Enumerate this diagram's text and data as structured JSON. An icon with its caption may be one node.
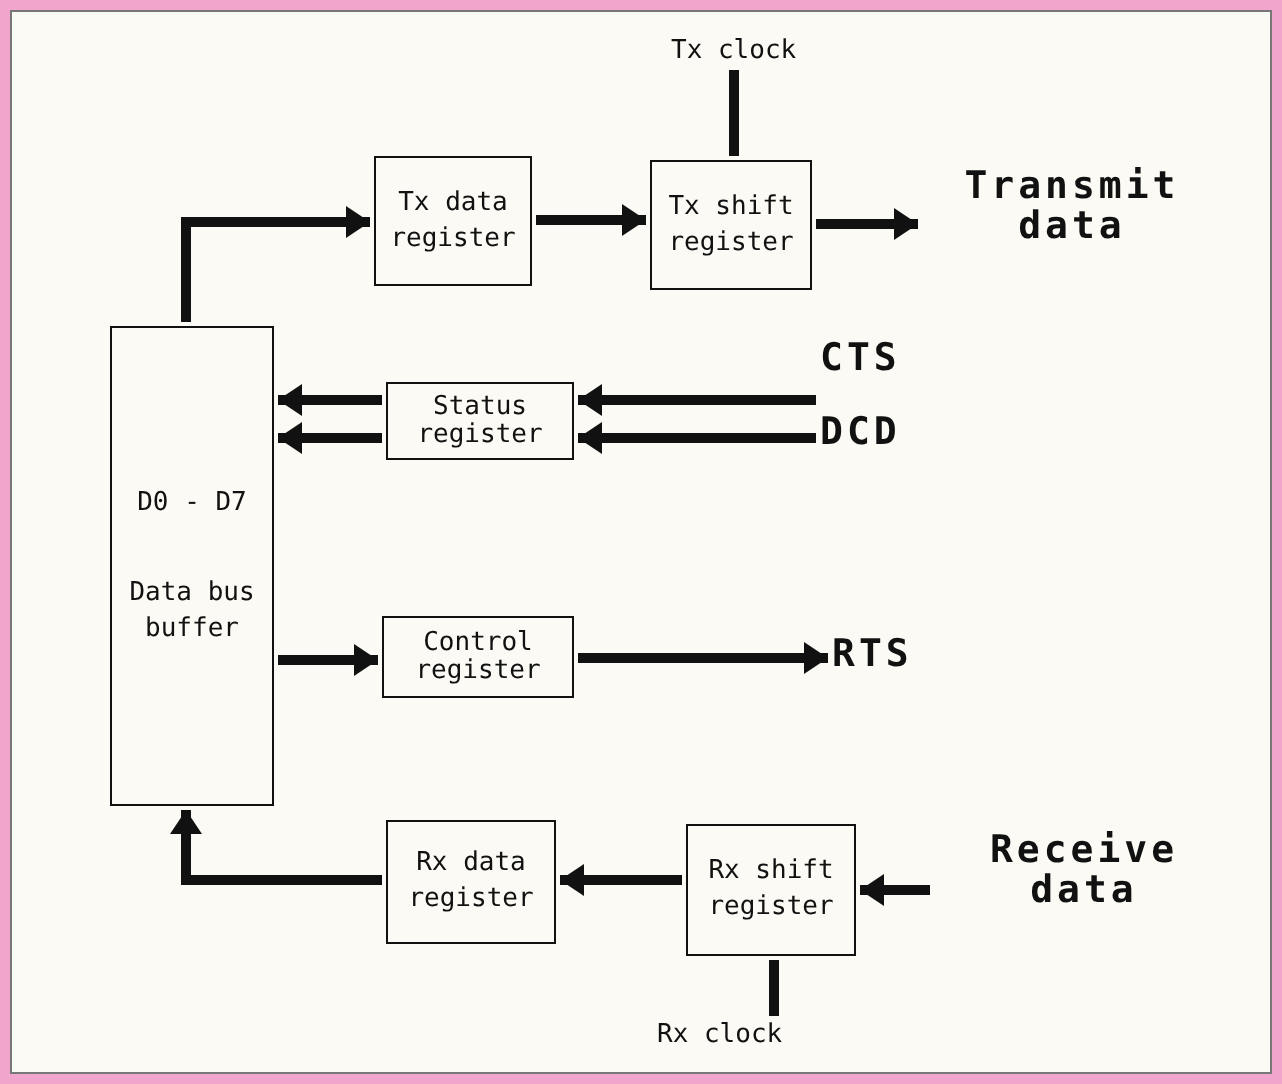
{
  "diagram": {
    "nodes": [
      {
        "text": [
          "D0 - D7",
          "Data bus buffer"
        ]
      },
      {
        "text": [
          "Tx data register"
        ]
      },
      {
        "text": [
          "Tx clock"
        ]
      },
      {
        "text": [
          "Tx shift register"
        ]
      },
      {
        "text": [
          "Transmit data"
        ]
      },
      {
        "text": [
          "Status register"
        ]
      },
      {
        "text": [
          "CTS"
        ]
      },
      {
        "text": [
          "DCD"
        ]
      },
      {
        "text": [
          "Control register"
        ]
      },
      {
        "text": [
          "RTS"
        ]
      },
      {
        "text": [
          "Rx data register"
        ]
      },
      {
        "text": [
          "Rx shift register"
        ]
      },
      {
        "text": [
          "Receive data"
        ]
      },
      {
        "text": [
          "Rx clock"
        ]
      }
    ],
    "edges": [
      {
        "from": 0,
        "to": 1,
        "arrow": "to"
      },
      {
        "from": 1,
        "to": 3,
        "arrow": "to"
      },
      {
        "from": 2,
        "to": 3,
        "arrow": "none"
      },
      {
        "from": 3,
        "to": 4,
        "arrow": "to"
      },
      {
        "from": 5,
        "to": 0,
        "arrow": "to"
      },
      {
        "from": 5,
        "to": 0,
        "arrow": "to"
      },
      {
        "from": 6,
        "to": 5,
        "arrow": "to"
      },
      {
        "from": 7,
        "to": 5,
        "arrow": "to"
      },
      {
        "from": 0,
        "to": 8,
        "arrow": "to"
      },
      {
        "from": 8,
        "to": 9,
        "arrow": "to"
      },
      {
        "from": 12,
        "to": 11,
        "arrow": "to"
      },
      {
        "from": 11,
        "to": 10,
        "arrow": "to"
      },
      {
        "from": 10,
        "to": 0,
        "arrow": "to"
      },
      {
        "from": 11,
        "to": 13,
        "arrow": "none"
      }
    ]
  }
}
